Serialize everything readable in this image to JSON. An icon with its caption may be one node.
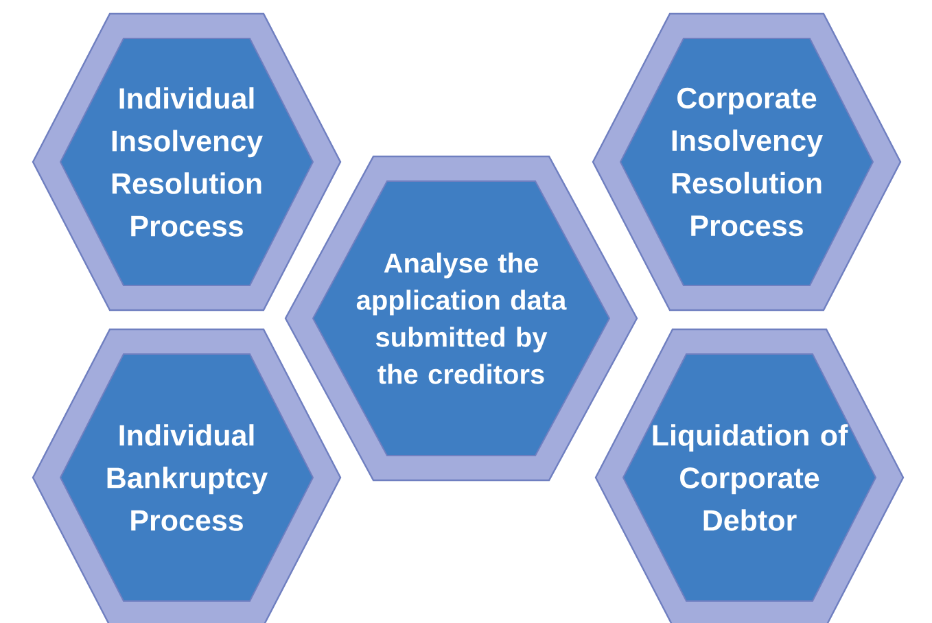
{
  "diagram": {
    "nodes": [
      {
        "text": [
          "Individual Insolvency Resolution Process"
        ]
      },
      {
        "text": [
          "Corporate Insolvency Resolution Process"
        ]
      },
      {
        "text": [
          "Analyse the application data submitted by the creditors"
        ]
      },
      {
        "text": [
          "Individual Bankruptcy Process"
        ]
      },
      {
        "text": [
          "Liquidation of Corporate Debtor"
        ]
      }
    ]
  }
}
